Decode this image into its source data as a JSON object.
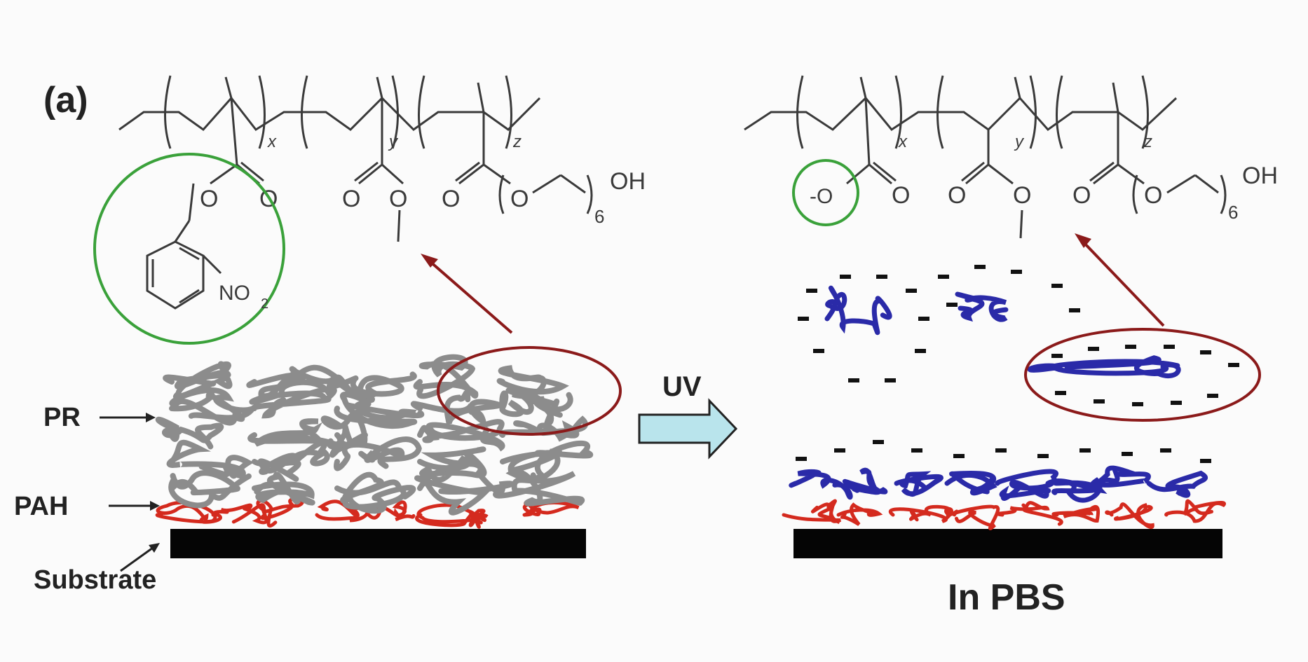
{
  "panel_label": "(a)",
  "left_polymer": {
    "subscripts": [
      "x",
      "y",
      "z"
    ],
    "oxygen": "O",
    "six": "6",
    "hydroxyl": "OH",
    "nitro": "NO",
    "nitro_sub": "2"
  },
  "right_polymer": {
    "subscripts": [
      "x",
      "y",
      "z"
    ],
    "carboxylate": "-O",
    "oxygen": "O",
    "six": "6",
    "hydroxyl": "OH"
  },
  "labels": {
    "pr": "PR",
    "pah": "PAH",
    "substrate": "Substrate",
    "uv": "UV",
    "in_pbs": "In PBS",
    "minus": "-"
  },
  "colors": {
    "pr_coil": "#8c8c8c",
    "pah_coil": "#d42a1e",
    "released_coil": "#2a2aa8",
    "highlight_red": "#8b1a1a",
    "highlight_green": "#3aa13a",
    "uv_arrow": "#b9e4ec"
  }
}
